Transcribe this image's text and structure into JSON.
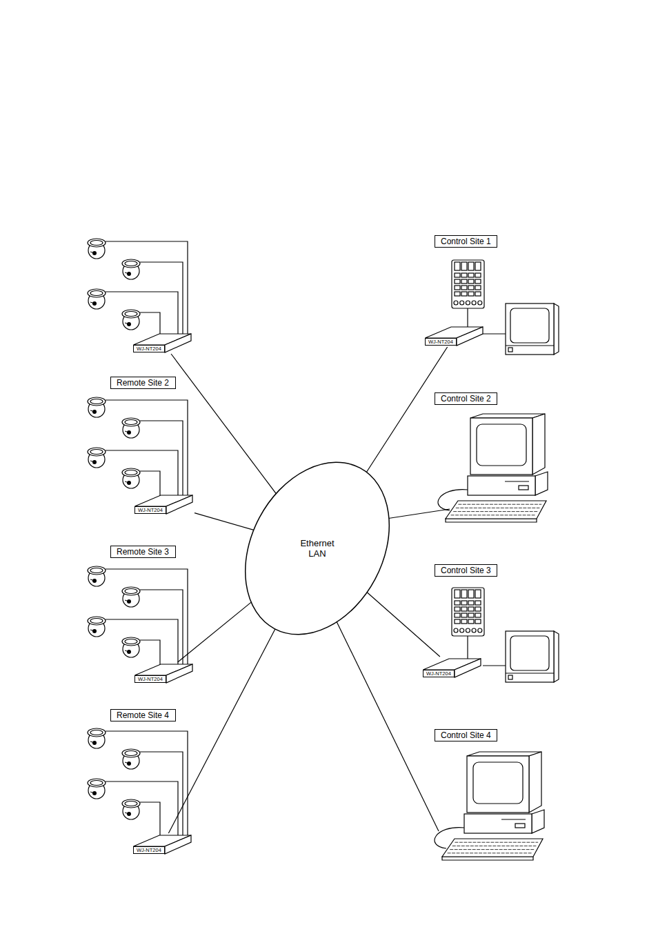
{
  "diagram": {
    "nodes": [
      {
        "text": [
          "Ethernet LAN"
        ]
      },
      {
        "text": [
          "WJ-NT204"
        ]
      },
      {
        "text": [
          "Remote Site 2"
        ]
      },
      {
        "text": [
          "WJ-NT204"
        ]
      },
      {
        "text": [
          "Remote Site 3"
        ]
      },
      {
        "text": [
          "WJ-NT204"
        ]
      },
      {
        "text": [
          "Remote Site 4"
        ]
      },
      {
        "text": [
          "WJ-NT204"
        ]
      },
      {
        "text": [
          "Control Site 1"
        ]
      },
      {
        "text": [
          "WJ-NT204"
        ]
      },
      {
        "text": [
          "Control Site 2"
        ]
      },
      {
        "text": [
          "Control Site 3"
        ]
      },
      {
        "text": [
          "WJ-NT204"
        ]
      },
      {
        "text": [
          "Control Site 4"
        ]
      }
    ],
    "edges": [
      {
        "from": 1,
        "to": 0,
        "arrow": "none"
      },
      {
        "from": 3,
        "to": 0,
        "arrow": "none"
      },
      {
        "from": 5,
        "to": 0,
        "arrow": "none"
      },
      {
        "from": 7,
        "to": 0,
        "arrow": "none"
      },
      {
        "from": 9,
        "to": 0,
        "arrow": "none"
      },
      {
        "from": 12,
        "to": 0,
        "arrow": "none"
      }
    ]
  }
}
